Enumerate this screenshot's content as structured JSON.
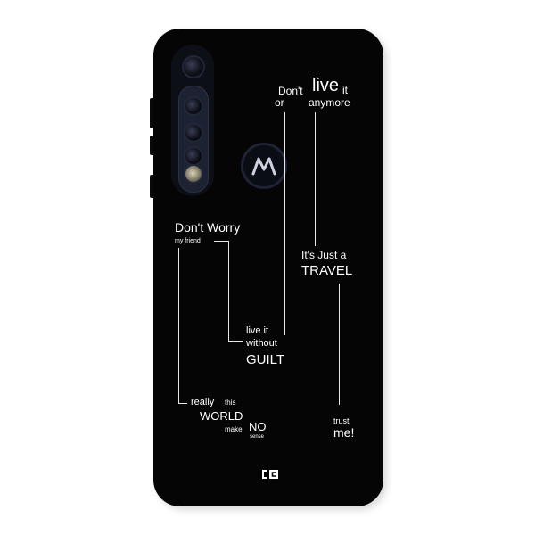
{
  "case_colors": {
    "body": "#050505",
    "camera_strip": "#1d2232",
    "text": "#ffffff"
  },
  "quote_top": {
    "dont": "Don't",
    "live": "live",
    "it": "it",
    "or": "or",
    "anymore": "anymore"
  },
  "quote_left": {
    "dont_worry": "Don't Worry",
    "my_friend": "my friend"
  },
  "quote_middle": {
    "live_it": "live it",
    "without": "without",
    "guilt": "GUILT"
  },
  "quote_right": {
    "its_just_a": "It's Just a",
    "travel": "TRAVEL",
    "trust": "trust",
    "me": "me!"
  },
  "quote_bottom": {
    "really": "really",
    "this": "this",
    "world": "WORLD",
    "make": "make",
    "no": "NO",
    "sense": "sense"
  },
  "icons": {
    "logo": "motorola-logo-icon",
    "brand": "brand-logo-icon"
  }
}
